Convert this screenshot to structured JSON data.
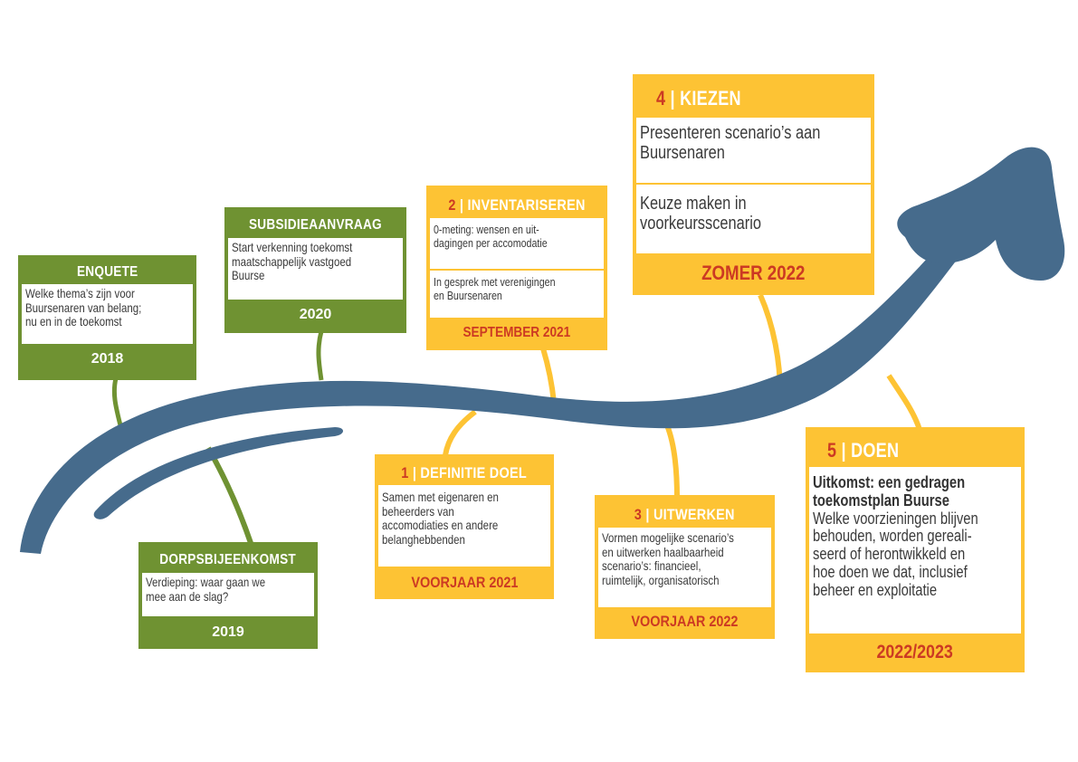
{
  "colors": {
    "green": "#6f9232",
    "yellow": "#fdc334",
    "red": "#cc3a23",
    "arrow": "#466b8c",
    "white": "#ffffff"
  },
  "milestones": {
    "enquete": {
      "title": "ENQUETE",
      "lines": [
        "Welke thema’s zijn voor",
        "Buursenaren van belang;",
        "nu en in de toekomst"
      ],
      "date": "2018"
    },
    "dorpsbijeenkomst": {
      "title": "DORPSBIJEENKOMST",
      "lines": [
        "Verdieping: waar gaan we",
        "mee aan de slag?"
      ],
      "date": "2019"
    },
    "subsidieaanvraag": {
      "title": "SUBSIDIEAANVRAAG",
      "lines": [
        "Start verkenning toekomst",
        "maatschappelijk vastgoed",
        "Buurse"
      ],
      "date": "2020"
    }
  },
  "phases": {
    "p1": {
      "number": "1",
      "separator": "|",
      "title": "DEFINITIE DOEL",
      "lines": [
        "Samen met eigenaren en",
        "beheerders van",
        "accomodiaties en andere",
        "belanghebbenden"
      ],
      "date": "VOORJAAR 2021"
    },
    "p2": {
      "number": "2",
      "separator": "|",
      "title": "INVENTARISEREN",
      "block1": [
        "0-meting: wensen en uit-",
        "dagingen per accomodatie"
      ],
      "block2": [
        "In gesprek met verenigingen",
        "en Buursenaren"
      ],
      "date": "SEPTEMBER 2021"
    },
    "p3": {
      "number": "3",
      "separator": "|",
      "title": "UITWERKEN",
      "lines": [
        "Vormen mogelijke scenario’s",
        "en uitwerken haalbaarheid",
        "scenario’s: financieel,",
        "ruimtelijk, organisatorisch"
      ],
      "date": "VOORJAAR 2022"
    },
    "p4": {
      "number": "4",
      "separator": "|",
      "title": "KIEZEN",
      "block1": [
        "Presenteren scenario’s aan",
        "Buursenaren"
      ],
      "block2": [
        "Keuze maken in",
        "voorkeursscenario"
      ],
      "date": "ZOMER 2022"
    },
    "p5": {
      "number": "5",
      "separator": "|",
      "title": "DOEN",
      "bold": [
        "Uitkomst: een gedragen",
        "toekomstplan Buurse"
      ],
      "lines": [
        "Welke voorzieningen blijven",
        "behouden, worden gereali-",
        "seerd of herontwikkeld en",
        "hoe doen we dat, inclusief",
        "beheer en exploitatie"
      ],
      "date": "2022/2023"
    }
  }
}
